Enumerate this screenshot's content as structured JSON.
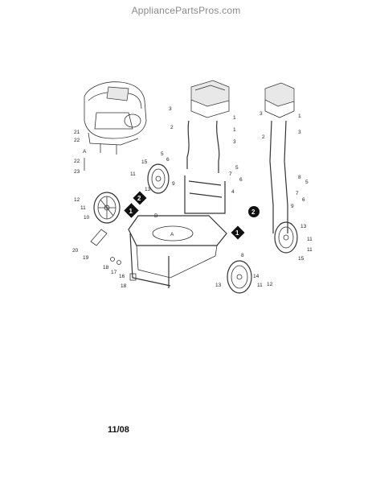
{
  "header": {
    "watermark": "AppliancePartsPros.com"
  },
  "footer": {
    "date": "11/08"
  },
  "callouts": {
    "engine_group": [
      "21",
      "22",
      "A",
      "22",
      "23"
    ],
    "main_left": [
      "3",
      "1",
      "2",
      "1",
      "15",
      "5",
      "6",
      "11",
      "9",
      "13",
      "7",
      "3",
      "4",
      "5",
      "6",
      "12",
      "11",
      "10",
      "20",
      "19",
      "18",
      "17",
      "16",
      "18",
      "B",
      "A",
      "8",
      "13",
      "14",
      "11",
      "12"
    ],
    "right_frame": [
      "3",
      "1",
      "2",
      "3",
      "8",
      "5",
      "7",
      "6",
      "9",
      "13",
      "11",
      "11",
      "15"
    ]
  },
  "markers": [
    "1",
    "2",
    "2",
    "1"
  ]
}
